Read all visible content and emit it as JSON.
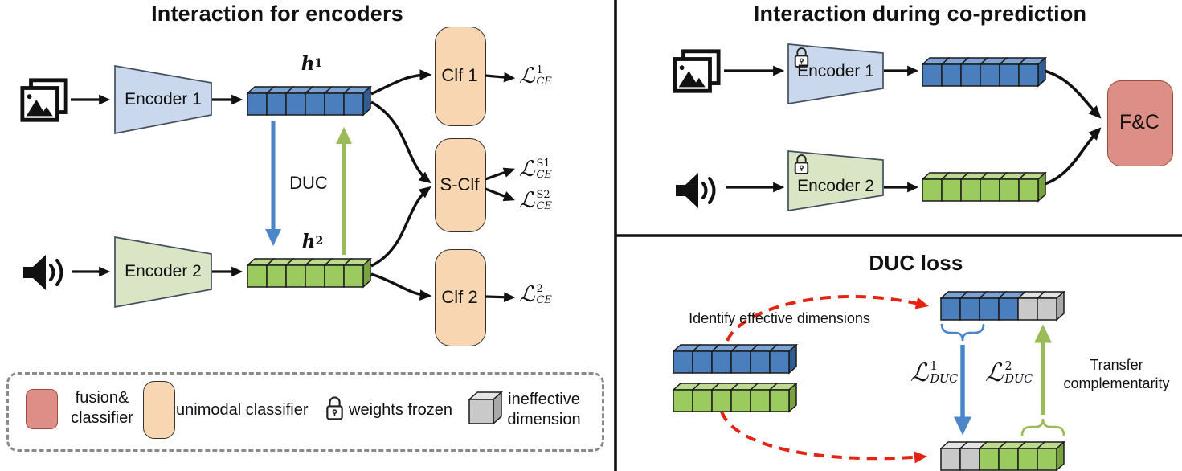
{
  "colors": {
    "blocks": {
      "blue": {
        "front": "#4a7ebd",
        "top": "#7ca3d3",
        "side": "#2f5d96"
      },
      "green": {
        "front": "#9bca5e",
        "top": "#bcdb90",
        "side": "#76a33e"
      },
      "gray": {
        "front": "#c9c9c9",
        "top": "#e4e4e4",
        "side": "#a8a8a8"
      }
    },
    "encoder1_fill": "#c9d8ec",
    "encoder2_fill": "#d9e5c5",
    "clf_fill": "#f9d6b2",
    "fc_fill": "#dd8e86",
    "blue_arrow": "#4a86c8",
    "green_arrow": "#9bbb59",
    "red_dash": "#e42313",
    "line": "#111111"
  },
  "left": {
    "title": "Interaction for encoders",
    "encoder1_label": "Encoder 1",
    "encoder2_label": "Encoder 2",
    "h1": {
      "base": "h",
      "sup": "1"
    },
    "h2": {
      "base": "h",
      "sup": "2"
    },
    "duc_label": "DUC",
    "clf1_label": "Clf 1",
    "sclf_label": "S-Clf",
    "clf2_label": "Clf 2",
    "loss_clf1": {
      "base": "ℒ",
      "sup": "1",
      "sub": "CE"
    },
    "loss_sclf_1": {
      "base": "ℒ",
      "sup": "S1",
      "sub": "CE"
    },
    "loss_sclf_2": {
      "base": "ℒ",
      "sup": "S2",
      "sub": "CE"
    },
    "loss_clf2": {
      "base": "ℒ",
      "sup": "2",
      "sub": "CE"
    }
  },
  "legend": {
    "fusion_line1": "fusion&",
    "fusion_line2": "classifier",
    "unimodal": "unimodal classifier",
    "frozen": "weights frozen",
    "ineffective_line1": "ineffective",
    "ineffective_line2": "dimension"
  },
  "top_right": {
    "title": "Interaction during co-prediction",
    "encoder1_label": "Encoder 1",
    "encoder2_label": "Encoder 2",
    "fc_label": "F&C"
  },
  "bottom_right": {
    "title": "DUC loss",
    "identify": "Identify effective dimensions",
    "loss1": {
      "base": "ℒ",
      "sup": "1",
      "sub": "DUC"
    },
    "loss2": {
      "base": "ℒ",
      "sup": "2",
      "sub": "DUC"
    },
    "transfer_line1": "Transfer",
    "transfer_line2": "complementarity"
  },
  "vectors": {
    "h1": [
      "blue",
      "blue",
      "blue",
      "blue",
      "blue",
      "blue"
    ],
    "h2": [
      "green",
      "green",
      "green",
      "green",
      "green",
      "green"
    ],
    "cop_img": [
      "blue",
      "blue",
      "blue",
      "blue",
      "blue",
      "blue"
    ],
    "cop_audio": [
      "green",
      "green",
      "green",
      "green",
      "green",
      "green"
    ],
    "duc_blue": [
      "blue",
      "blue",
      "blue",
      "blue",
      "blue",
      "blue"
    ],
    "duc_green": [
      "green",
      "green",
      "green",
      "green",
      "green",
      "green"
    ],
    "duc_top": [
      "blue",
      "blue",
      "blue",
      "blue",
      "gray",
      "gray"
    ],
    "duc_bottom": [
      "gray",
      "gray",
      "green",
      "green",
      "green",
      "green"
    ],
    "legend_cube": [
      "gray"
    ]
  }
}
